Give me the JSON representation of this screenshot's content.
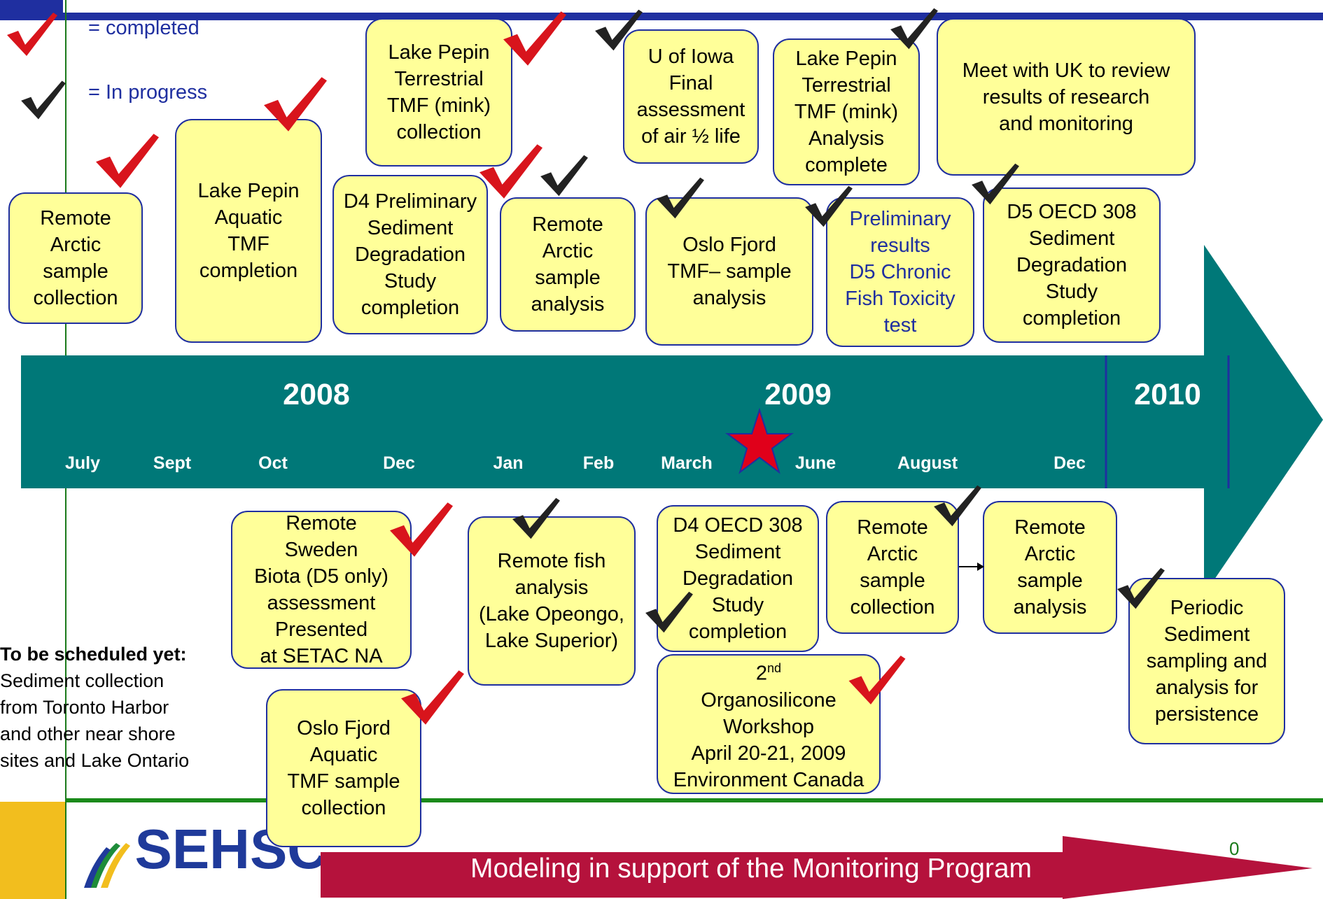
{
  "legend": {
    "completed_label": "= completed",
    "in_progress_label": "= In progress"
  },
  "timeline": {
    "years": [
      "2008",
      "2009",
      "2010"
    ],
    "months": [
      "July",
      "Sept",
      "Oct",
      "Dec",
      "Jan",
      "Feb",
      "March",
      "June",
      "August",
      "Dec"
    ],
    "colors": {
      "band": "#007878",
      "year_2010_band": "#007878",
      "star": "#e0001a",
      "divider": "#1f2fa0"
    }
  },
  "upper_boxes": {
    "b1": [
      "Remote",
      "Arctic",
      "sample",
      "collection"
    ],
    "b2": [
      "Lake Pepin",
      "Aquatic",
      "TMF",
      "completion"
    ],
    "b3": [
      "Lake Pepin",
      "Terrestrial",
      "TMF (mink)",
      "collection"
    ],
    "b4": [
      "D4 Preliminary",
      "Sediment",
      "Degradation",
      "Study",
      "completion"
    ],
    "b5": [
      "Remote",
      "Arctic",
      "sample",
      "analysis"
    ],
    "b6": [
      "U of Iowa",
      "Final",
      "assessment",
      "of air ½ life"
    ],
    "b7": [
      "Oslo Fjord",
      "TMF– sample",
      "analysis"
    ],
    "b8": [
      "Lake Pepin",
      "Terrestrial",
      "TMF (mink)",
      "Analysis",
      "complete"
    ],
    "b9": [
      "Preliminary",
      "results",
      "D5 Chronic",
      "Fish Toxicity",
      "test"
    ],
    "b10": [
      "Meet with UK to review",
      "results of research",
      "and monitoring"
    ],
    "b11": [
      "D5 OECD 308",
      "Sediment",
      "Degradation",
      "Study",
      "completion"
    ]
  },
  "lower_boxes": {
    "c1": [
      "Remote",
      "Sweden",
      "Biota (D5 only)",
      "assessment",
      "Presented",
      "at SETAC NA"
    ],
    "c2": [
      "Remote fish",
      "analysis",
      "(Lake Opeongo,",
      "Lake Superior)"
    ],
    "c3": [
      "D4 OECD 308",
      "Sediment",
      "Degradation",
      "Study",
      "completion"
    ],
    "c4": [
      "Remote",
      "Arctic",
      "sample",
      "collection"
    ],
    "c5": [
      "Remote",
      "Arctic",
      "sample",
      "analysis"
    ],
    "c6": [
      "Periodic",
      "Sediment",
      "sampling and",
      "analysis for",
      "persistence"
    ],
    "c7": [
      "Oslo Fjord",
      "Aquatic",
      "TMF sample",
      "collection"
    ],
    "workshop": {
      "line1_main": "2",
      "line1_sup": "nd",
      "lines": [
        "Organosilicone",
        "Workshop",
        "April 20-21, 2009",
        "Environment Canada"
      ]
    }
  },
  "to_be_scheduled": {
    "heading": "To be scheduled yet:",
    "lines": [
      "Sediment collection",
      "from Toronto Harbor",
      "and other near shore",
      "sites and Lake Ontario"
    ]
  },
  "footer": {
    "logo_text": "SEHSC",
    "arrow_label": "Modeling in support of the Monitoring Program",
    "page_number": "0",
    "arrow_color": "#b5123c"
  },
  "icons": {
    "completed": "red-checkmark-icon",
    "in_progress": "black-checkmark-icon",
    "milestone": "red-star-icon"
  }
}
